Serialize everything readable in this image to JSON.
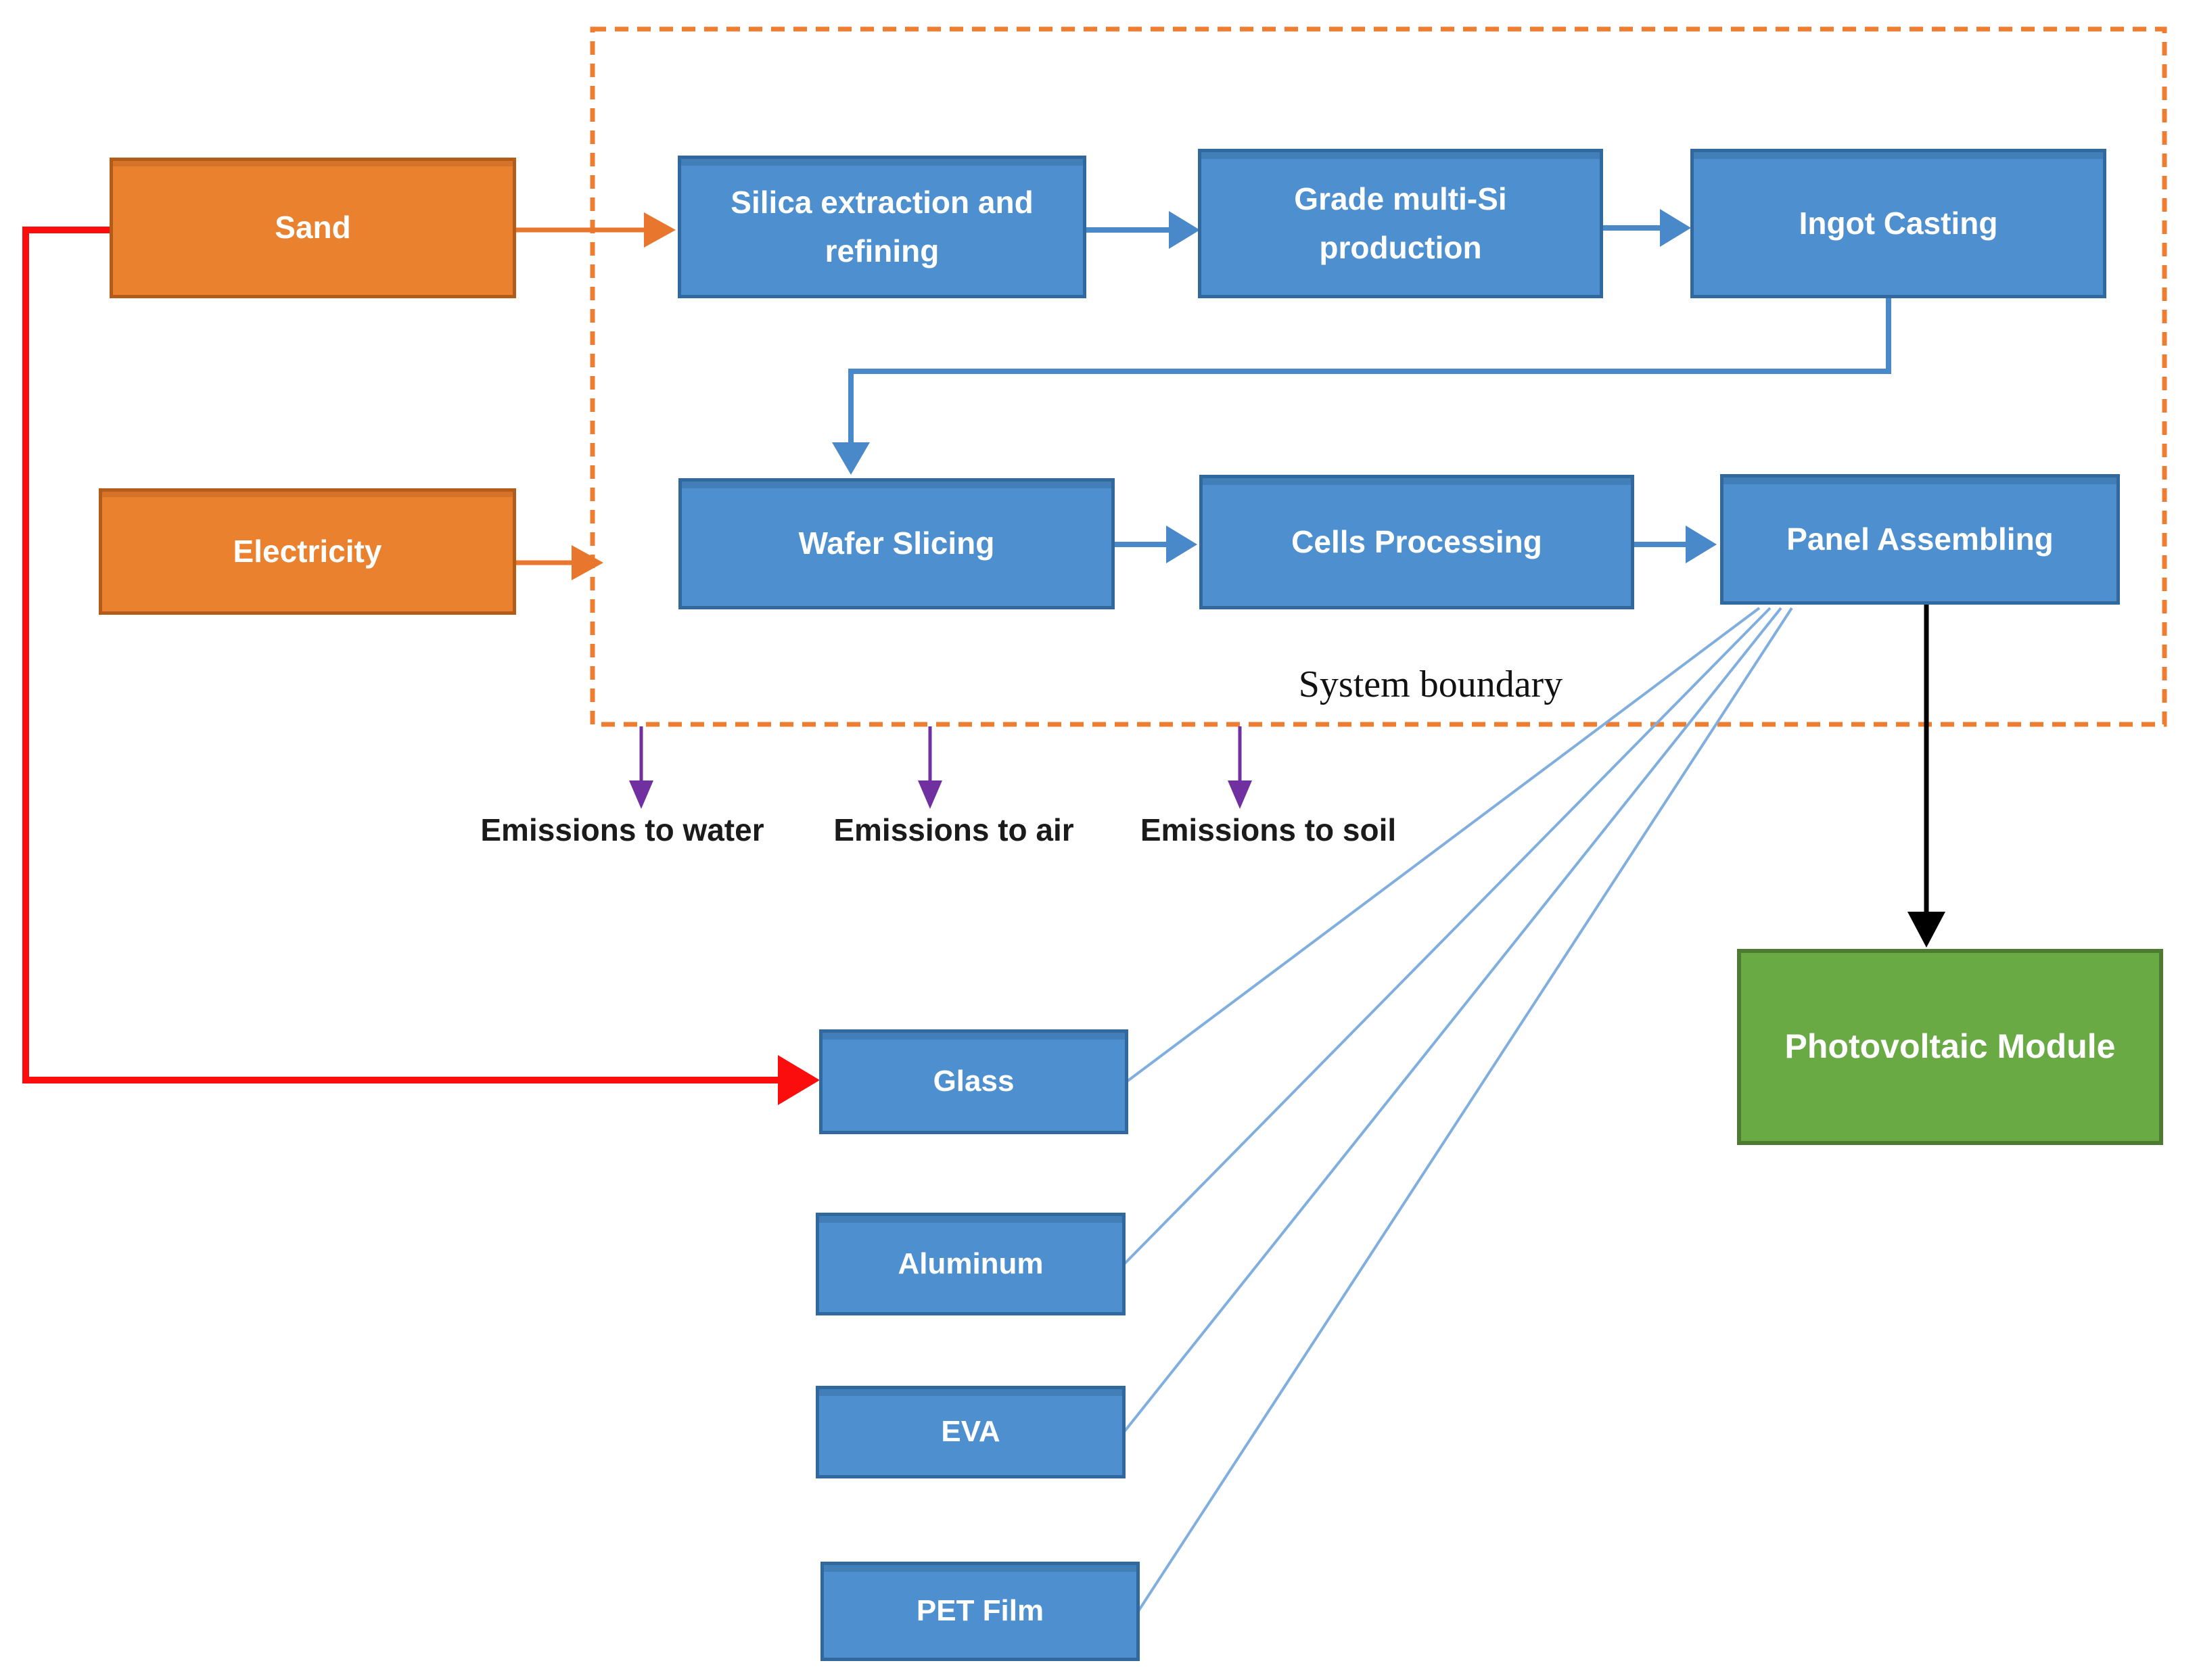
{
  "nodes": {
    "sand": {
      "label": "Sand"
    },
    "electricity": {
      "label": "Electricity"
    },
    "silica": {
      "label": "Silica extraction and refining"
    },
    "grade": {
      "label": "Grade multi-Si production"
    },
    "ingot": {
      "label": "Ingot Casting"
    },
    "wafer": {
      "label": "Wafer Slicing"
    },
    "cells": {
      "label": "Cells Processing"
    },
    "panel": {
      "label": "Panel Assembling"
    },
    "glass": {
      "label": "Glass"
    },
    "aluminum": {
      "label": "Aluminum"
    },
    "eva": {
      "label": "EVA"
    },
    "pet_film": {
      "label": "PET Film"
    },
    "pv_module": {
      "label": "Photovoltaic Module"
    }
  },
  "boundary": {
    "label": "System boundary"
  },
  "emissions": {
    "water": "Emissions to water",
    "air": "Emissions to air",
    "soil": "Emissions to soil"
  },
  "colors": {
    "input_orange_fill": "#E9812F",
    "input_orange_border": "#B35C1A",
    "process_blue_fill": "#4E90CF",
    "process_blue_border": "#31689E",
    "output_green_fill": "#6AAA45",
    "output_green_border": "#4E7A31",
    "boundary_dash": "#ED7D31",
    "connector_blue": "#4A89C9",
    "fan_line_blue": "#7FAEDF",
    "arrow_red": "#FB0D0D",
    "arrow_orange": "#E8762C",
    "arrow_purple": "#7030A0",
    "arrow_black": "#000000"
  }
}
